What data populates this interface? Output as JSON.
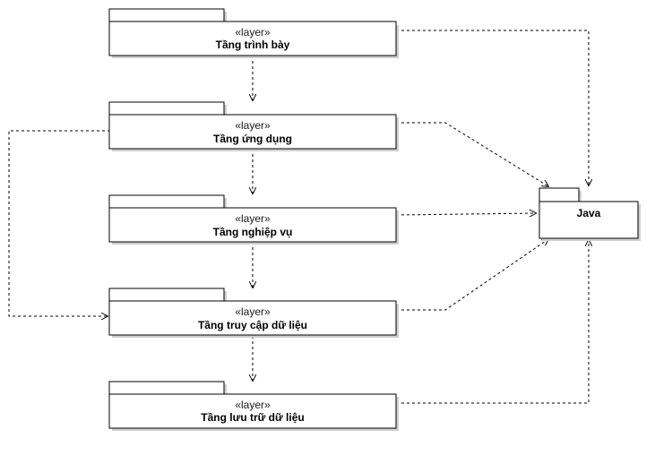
{
  "diagram": {
    "layers": [
      {
        "id": "presentation",
        "stereotype": "«layer»",
        "name": "Tầng trình bày"
      },
      {
        "id": "application",
        "stereotype": "«layer»",
        "name": "Tầng ứng dụng"
      },
      {
        "id": "business",
        "stereotype": "«layer»",
        "name": "Tầng nghiệp vụ"
      },
      {
        "id": "data-access",
        "stereotype": "«layer»",
        "name": "Tầng truy cập dữ liệu"
      },
      {
        "id": "data-storage",
        "stereotype": "«layer»",
        "name": "Tầng lưu trữ dữ liệu"
      }
    ],
    "java": {
      "name": "Java"
    }
  }
}
